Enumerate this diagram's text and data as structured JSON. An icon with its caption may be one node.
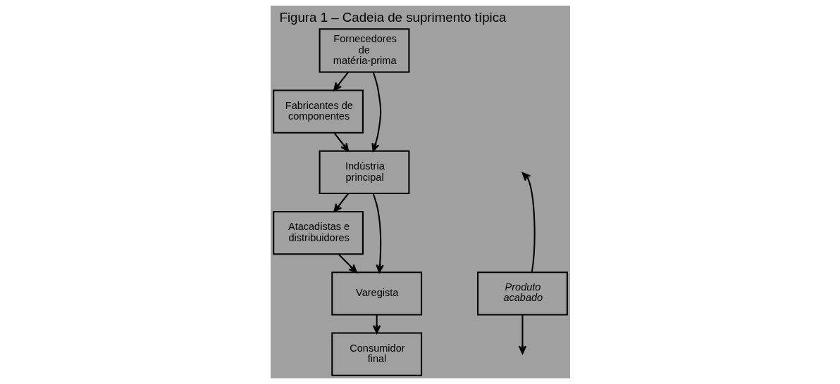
{
  "diagram": {
    "title": "Figura 1 – Cadeia de suprimento típica",
    "nodes": [
      {
        "text": [
          "Fornecedores de matéria-prima"
        ]
      },
      {
        "text": [
          "Fabricantes de componentes"
        ]
      },
      {
        "text": [
          "Indústria principal"
        ]
      },
      {
        "text": [
          "Atacadistas e distribuidores"
        ]
      },
      {
        "text": [
          "Varegista"
        ]
      },
      {
        "text": [
          "Consumidor final"
        ]
      },
      {
        "text": [
          "Produto acabado"
        ]
      }
    ],
    "edges": [
      {
        "from": 0,
        "to": 1,
        "arrow": "to"
      },
      {
        "from": 0,
        "to": 2,
        "arrow": "to"
      },
      {
        "from": 1,
        "to": 2,
        "arrow": "to"
      },
      {
        "from": 2,
        "to": 3,
        "arrow": "to"
      },
      {
        "from": 2,
        "to": 4,
        "arrow": "to"
      },
      {
        "from": 3,
        "to": 4,
        "arrow": "to"
      },
      {
        "from": 4,
        "to": 5,
        "arrow": "to"
      },
      {
        "from": 6,
        "to": null,
        "arrow": "to"
      },
      {
        "from": 6,
        "to": null,
        "arrow": "to"
      }
    ]
  }
}
